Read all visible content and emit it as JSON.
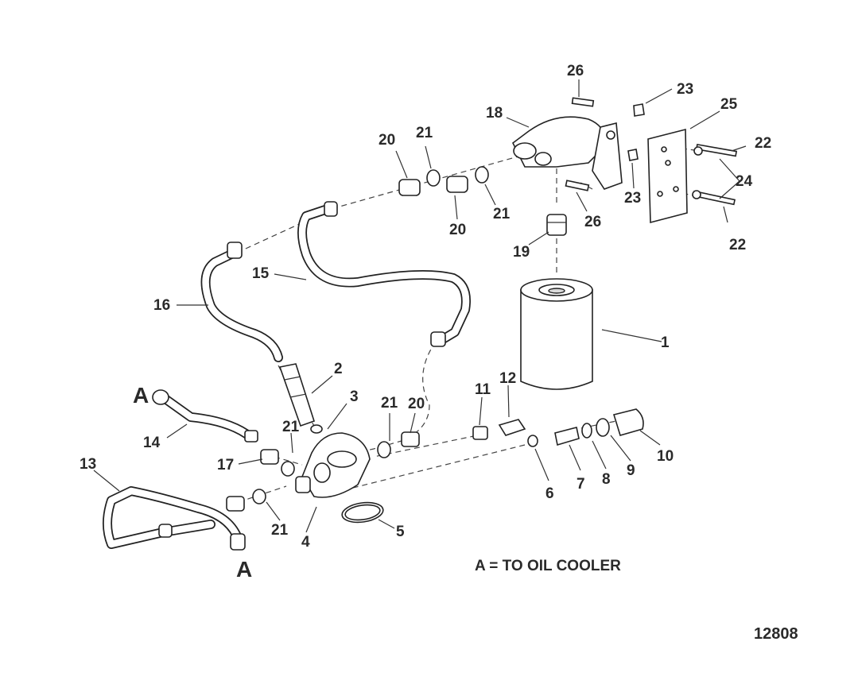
{
  "callouts": {
    "c1": "1",
    "c2": "2",
    "c3": "3",
    "c4": "4",
    "c5": "5",
    "c6": "6",
    "c7": "7",
    "c8": "8",
    "c9": "9",
    "c10": "10",
    "c11": "11",
    "c12": "12",
    "c13": "13",
    "c14": "14",
    "c15": "15",
    "c16": "16",
    "c17": "17",
    "c18": "18",
    "c19": "19",
    "c20a": "20",
    "c20b": "20",
    "c20c": "20",
    "c21a": "21",
    "c21b": "21",
    "c21c": "21",
    "c21d": "21",
    "c21e": "21",
    "c22a": "22",
    "c22b": "22",
    "c23a": "23",
    "c23b": "23",
    "c24": "24",
    "c25": "25",
    "c26a": "26",
    "c26b": "26"
  },
  "markers": {
    "a1": "A",
    "a2": "A"
  },
  "legend": "A = TO OIL COOLER",
  "figure_number": "12808"
}
